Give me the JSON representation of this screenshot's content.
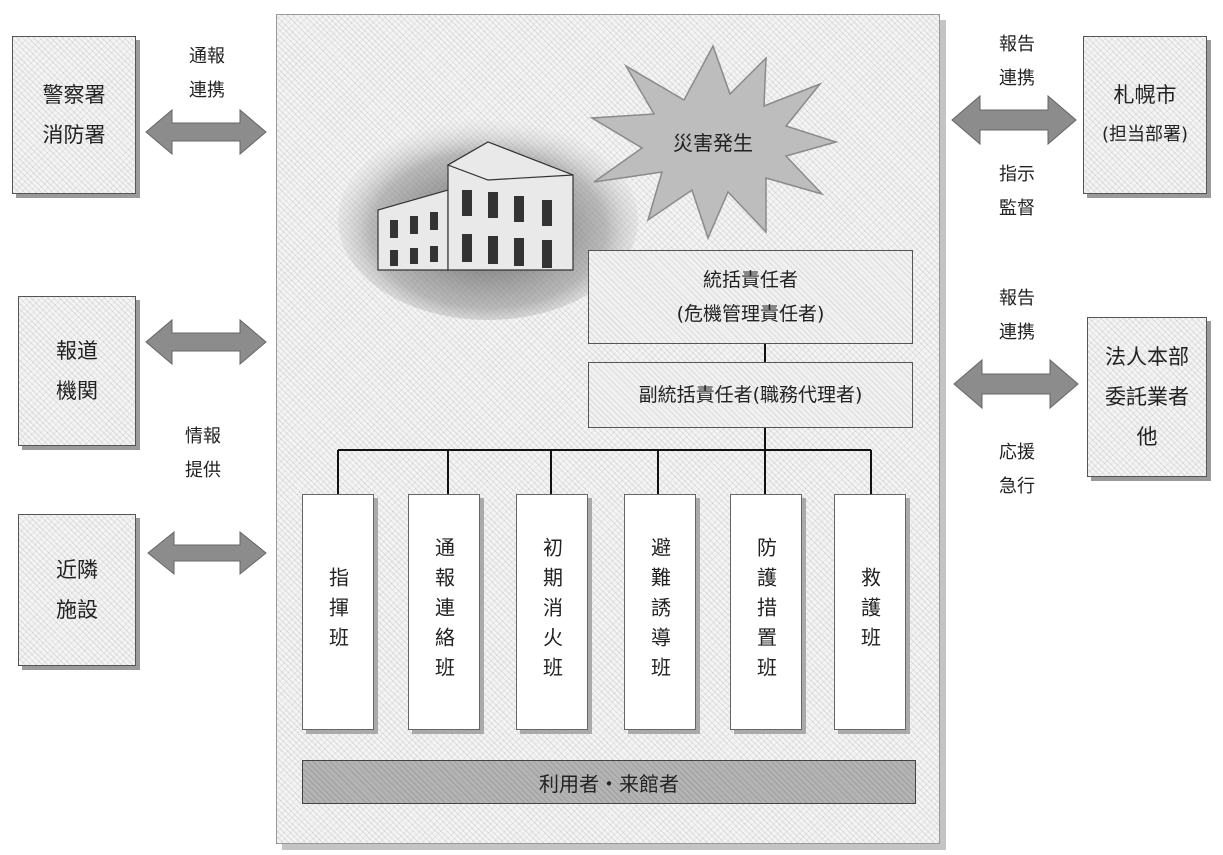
{
  "left": {
    "police_fire": [
      "警察署",
      "消防署"
    ],
    "press": [
      "報道",
      "機関"
    ],
    "neighbors": [
      "近隣",
      "施設"
    ],
    "report_contact": [
      "通報",
      "連携"
    ],
    "info_provide": [
      "情報",
      "提供"
    ]
  },
  "right": {
    "sapporo": [
      "札幌市",
      "(担当部署)"
    ],
    "corp": [
      "法人本部",
      "委託業者",
      "他"
    ],
    "report_contact_1": [
      "報告",
      "連携"
    ],
    "instruct": [
      "指示",
      "監督"
    ],
    "report_contact_2": [
      "報告",
      "連携"
    ],
    "support": [
      "応援",
      "急行"
    ]
  },
  "center": {
    "disaster": "災害発生",
    "manager": [
      "統括責任者",
      "(危機管理責任者)"
    ],
    "deputy": "副統括責任者(職務代理者)",
    "teams": [
      "指揮班",
      "通報連絡班",
      "初期消火班",
      "避難誘導班",
      "防護措置班",
      "救護班"
    ],
    "users": "利用者・来館者"
  },
  "colors": {
    "arrow": "#8c8c8c",
    "users_bar": "#b4b4b4"
  },
  "icons": {
    "building": "building-photo"
  }
}
